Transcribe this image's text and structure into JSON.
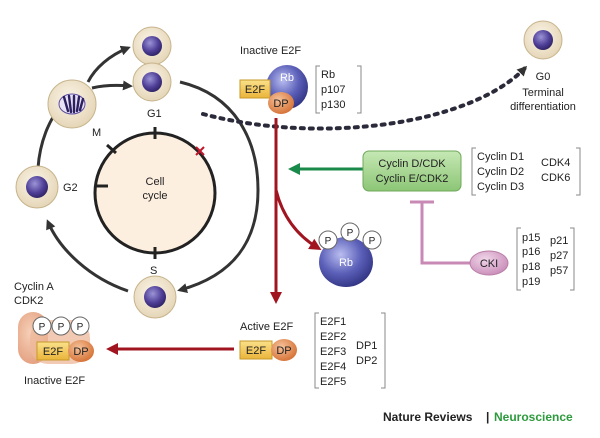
{
  "cell_cycle": {
    "center_line1": "Cell",
    "center_line2": "cycle",
    "phase_g1": "G1",
    "phase_g2": "G2",
    "phase_m": "M",
    "phase_s": "S"
  },
  "g0": {
    "label": "G0",
    "desc_line1": "Terminal",
    "desc_line2": "differentiation"
  },
  "inactive_e2f_top": {
    "title": "Inactive E2F",
    "e2f": "E2F",
    "dp": "DP",
    "rb": "Rb",
    "members": [
      "Rb",
      "p107",
      "p130"
    ]
  },
  "cyclin_box": {
    "line1": "Cyclin D/CDK",
    "line2": "Cyclin E/CDK2"
  },
  "cyclin_list": {
    "cyclins": [
      "Cyclin D1",
      "Cyclin D2",
      "Cyclin D3"
    ],
    "cdks": [
      "CDK4",
      "CDK6"
    ]
  },
  "phospho_rb": {
    "p": "P",
    "rb": "Rb"
  },
  "cki": {
    "label": "CKI",
    "col1": [
      "p15",
      "p16",
      "p18",
      "p19"
    ],
    "col2": [
      "p21",
      "p27",
      "p57"
    ]
  },
  "active_e2f": {
    "title": "Active E2F",
    "e2f": "E2F",
    "dp": "DP",
    "e2f_list": [
      "E2F1",
      "E2F2",
      "E2F3",
      "E2F4",
      "E2F5"
    ],
    "dp_list": [
      "DP1",
      "DP2"
    ]
  },
  "inactive_e2f_bottom": {
    "cyclin_line1": "Cyclin A",
    "cyclin_line2": "CDK2",
    "p": "P",
    "e2f": "E2F",
    "dp": "DP",
    "caption": "Inactive E2F"
  },
  "footer": {
    "journal": "Nature Reviews",
    "separator": "|",
    "section": "Neuroscience"
  },
  "colors": {
    "cycle_fill": "#fdefe0",
    "cell_nucleus": "#5d4fa0",
    "cell_body": "#f1e6cf",
    "e2f_box": "#f4c04a",
    "dp_oval": "#e8894a",
    "rb_blob": "#5b5fb8",
    "cyclin_box": "#9fd08a",
    "cki_oval": "#d9a4c8",
    "green_arrow": "#1a8a4a",
    "red_arrow": "#a01520",
    "inhibit_line": "#c889b4",
    "section_green": "#2e9a3e"
  }
}
